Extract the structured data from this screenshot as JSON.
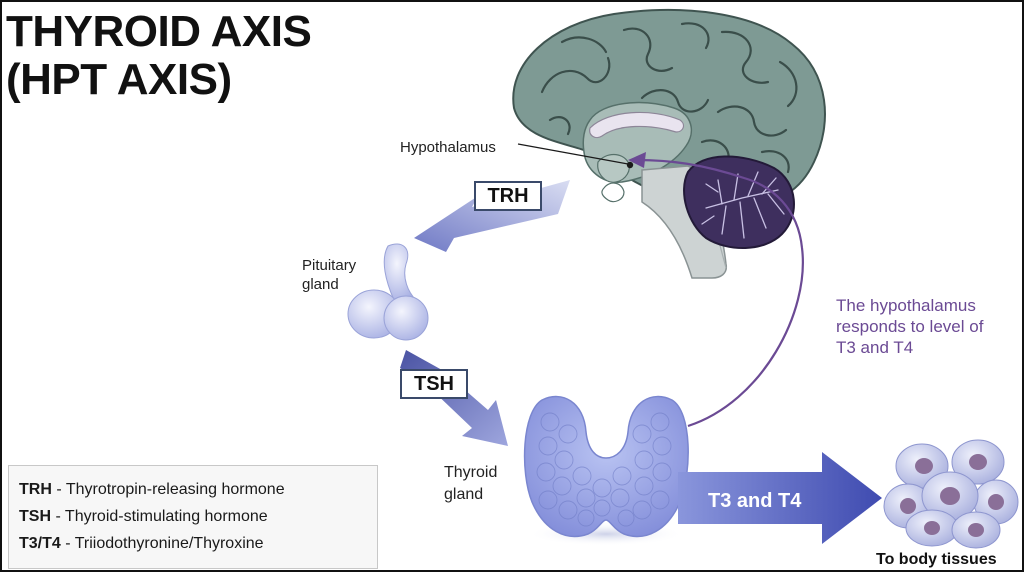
{
  "title": {
    "line1": "THYROID AXIS",
    "line2": "(HPT AXIS)"
  },
  "labels": {
    "hypothalamus": "Hypothalamus",
    "pituitary_line1": "Pituitary",
    "pituitary_line2": "gland",
    "thyroid_line1": "Thyroid",
    "thyroid_line2": "gland",
    "to_body_tissues": "To body tissues"
  },
  "hormones": {
    "trh": "TRH",
    "tsh": "TSH",
    "t3_t4": "T3 and T4"
  },
  "feedback_note": {
    "line1": "The hypothalamus",
    "line2": "responds to level of",
    "line3": "T3 and T4"
  },
  "legend": [
    {
      "abbr": "TRH",
      "desc": " - Thyrotropin-releasing hormone"
    },
    {
      "abbr": "TSH",
      "desc": " - Thyroid-stimulating hormone"
    },
    {
      "abbr": "T3/T4",
      "desc": " - Triiodothyronine/Thyroxine"
    }
  ],
  "colors": {
    "brain": "#7d9993",
    "arrow_blue": "#6e79c6",
    "feedback_purple": "#6b4a94",
    "thyroid": "#9ba8e8"
  }
}
